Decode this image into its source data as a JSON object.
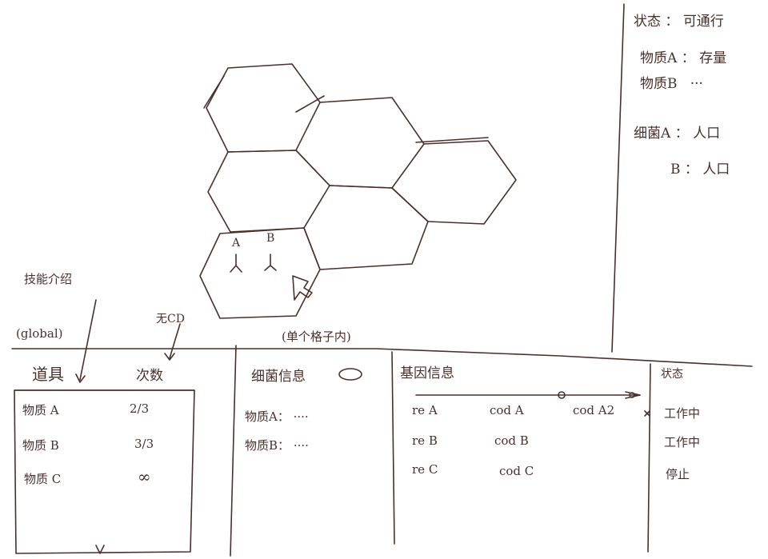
{
  "top_right_panel": {
    "status_label": "状态",
    "status_sep": "：",
    "status_value": "可通行",
    "material_a_label": "物质A",
    "material_a_sep": "：",
    "material_a_value": "存量",
    "material_b_label": "物质B",
    "material_b_value": "···",
    "cell_a_label": "细菌A",
    "cell_a_sep": "：",
    "cell_a_value": "人口",
    "cell_b_label": "B",
    "cell_b_sep": "：",
    "cell_b_value": "人口"
  },
  "map": {
    "cell_markers": [
      "A",
      "B"
    ]
  },
  "annotations": {
    "ability_intro": "技能介绍",
    "no_cd": "无CD",
    "global": "(global)",
    "single_cell": "(单个格子内)"
  },
  "items_panel": {
    "header_item": "道具",
    "header_count": "次数",
    "rows": [
      {
        "name": "物质 A",
        "count": "2/3"
      },
      {
        "name": "物质 B",
        "count": "3/3"
      },
      {
        "name": "物质 C",
        "count": "∞"
      }
    ]
  },
  "cell_info_panel": {
    "title": "细菌信息",
    "rows": [
      {
        "label": "物质A：",
        "value": "····"
      },
      {
        "label": "物质B：",
        "value": "····"
      }
    ]
  },
  "gene_panel": {
    "title": "基因信息",
    "rows": [
      {
        "re": "re A",
        "cod": "cod A",
        "extra": "cod A2"
      },
      {
        "re": "re B",
        "cod": "cod B",
        "extra": ""
      },
      {
        "re": "re C",
        "cod": "cod C",
        "extra": ""
      }
    ]
  },
  "status_panel": {
    "title": "状态",
    "rows": [
      "工作中",
      "工作中",
      "停止"
    ]
  },
  "colors": {
    "ink": "#4a2f2a",
    "paper": "#ffffff"
  }
}
